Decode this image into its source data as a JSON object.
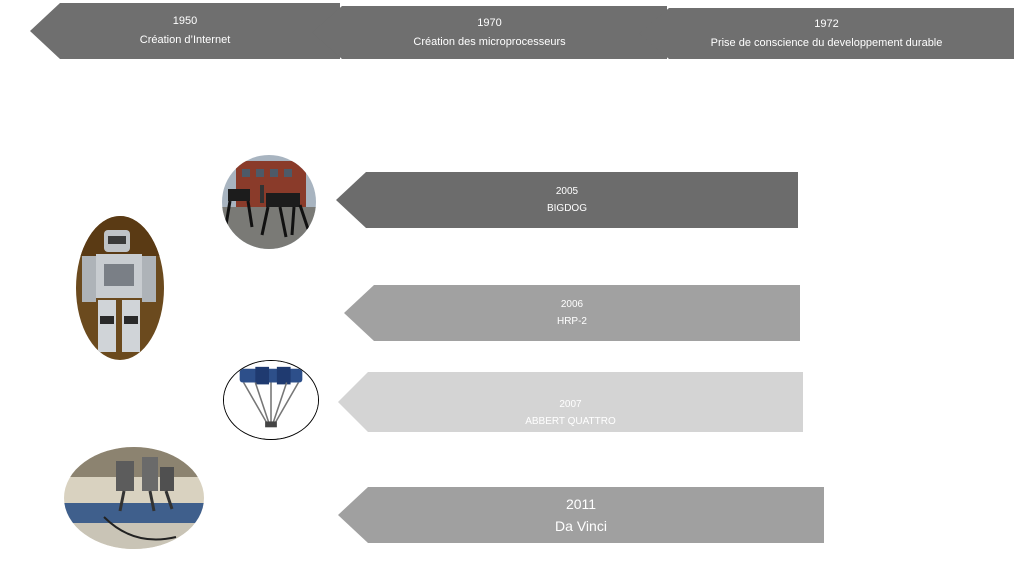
{
  "timeline_top": [
    {
      "year": "1950",
      "label": "Création d’Internet"
    },
    {
      "year": "1970",
      "label": "Création des microprocesseurs"
    },
    {
      "year": "1972",
      "label": "Prise de conscience du developpement durable"
    }
  ],
  "timeline_robots": [
    {
      "year": "2005",
      "label": "BIGDOG"
    },
    {
      "year": "2006",
      "label": "HRP-2"
    },
    {
      "year": "2007",
      "label": "ABBERT QUATTRO"
    },
    {
      "year": "2011",
      "label": "Da Vinci"
    }
  ],
  "colors": {
    "top_arrows": "#6f6f6f",
    "bigdog_arrow": "#6c6c6c",
    "hrp_arrow": "#a1a1a1",
    "abb_arrow": "#d4d4d4",
    "davinci_arrow": "#a0a0a0"
  },
  "images": {
    "bigdog": "bigdog-robot-photo",
    "hrp2": "hrp2-humanoid-photo",
    "abb": "abb-delta-robot-photo",
    "davinci": "da-vinci-surgical-robot-photo"
  }
}
